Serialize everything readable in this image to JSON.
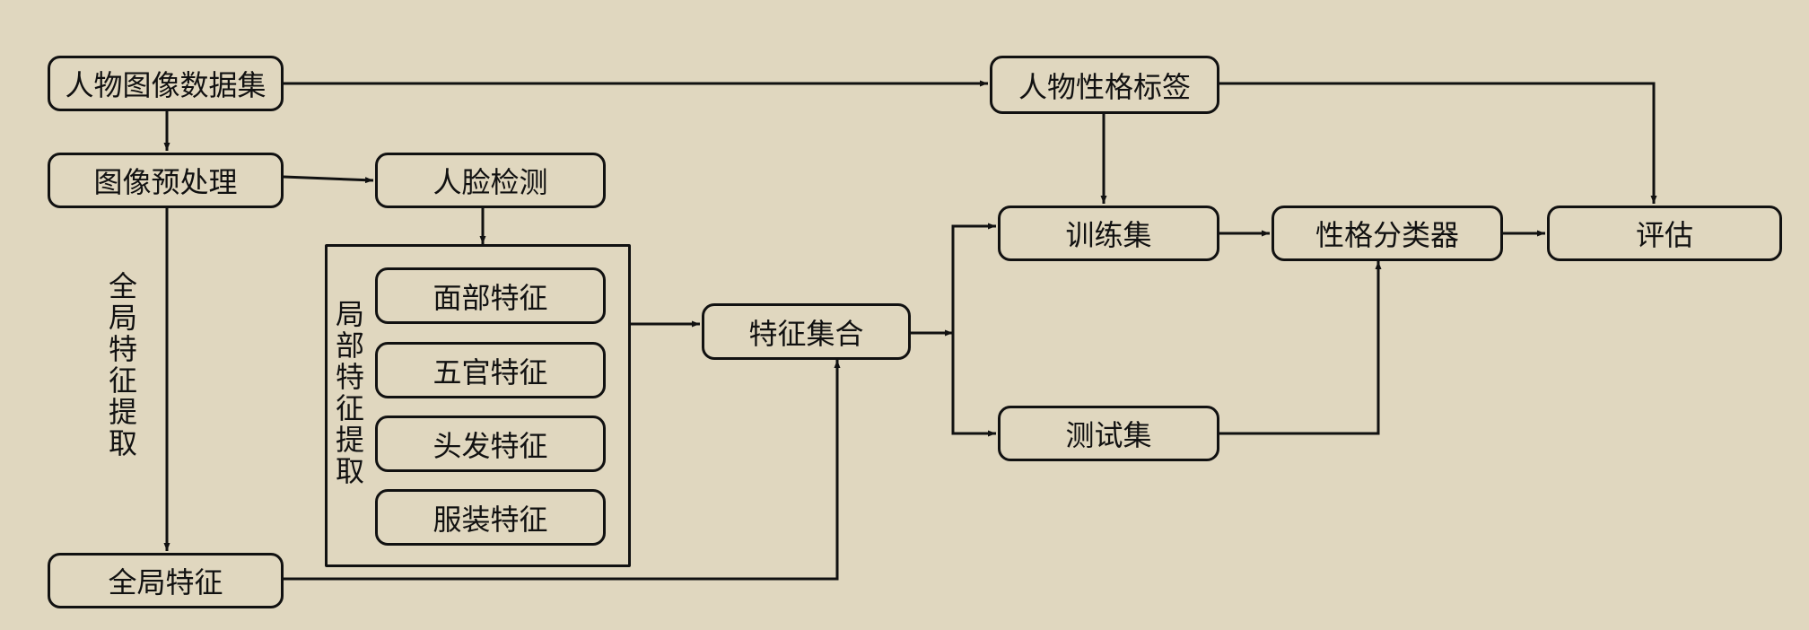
{
  "nodes": {
    "dataset": "人物图像数据集",
    "preprocess": "图像预处理",
    "face_detect": "人脸检测",
    "global_feature": "全局特征",
    "face_feature": "面部特征",
    "facial_features": "五官特征",
    "hair_feature": "头发特征",
    "clothing_feature": "服装特征",
    "feature_set": "特征集合",
    "personality_label": "人物性格标签",
    "train_set": "训练集",
    "test_set": "测试集",
    "classifier": "性格分类器",
    "evaluation": "评估"
  },
  "labels": {
    "global_extract": "全局特征提取",
    "local_extract": "局部特征提取"
  },
  "colors": {
    "background": "#e0d7bf",
    "stroke": "#111111"
  }
}
